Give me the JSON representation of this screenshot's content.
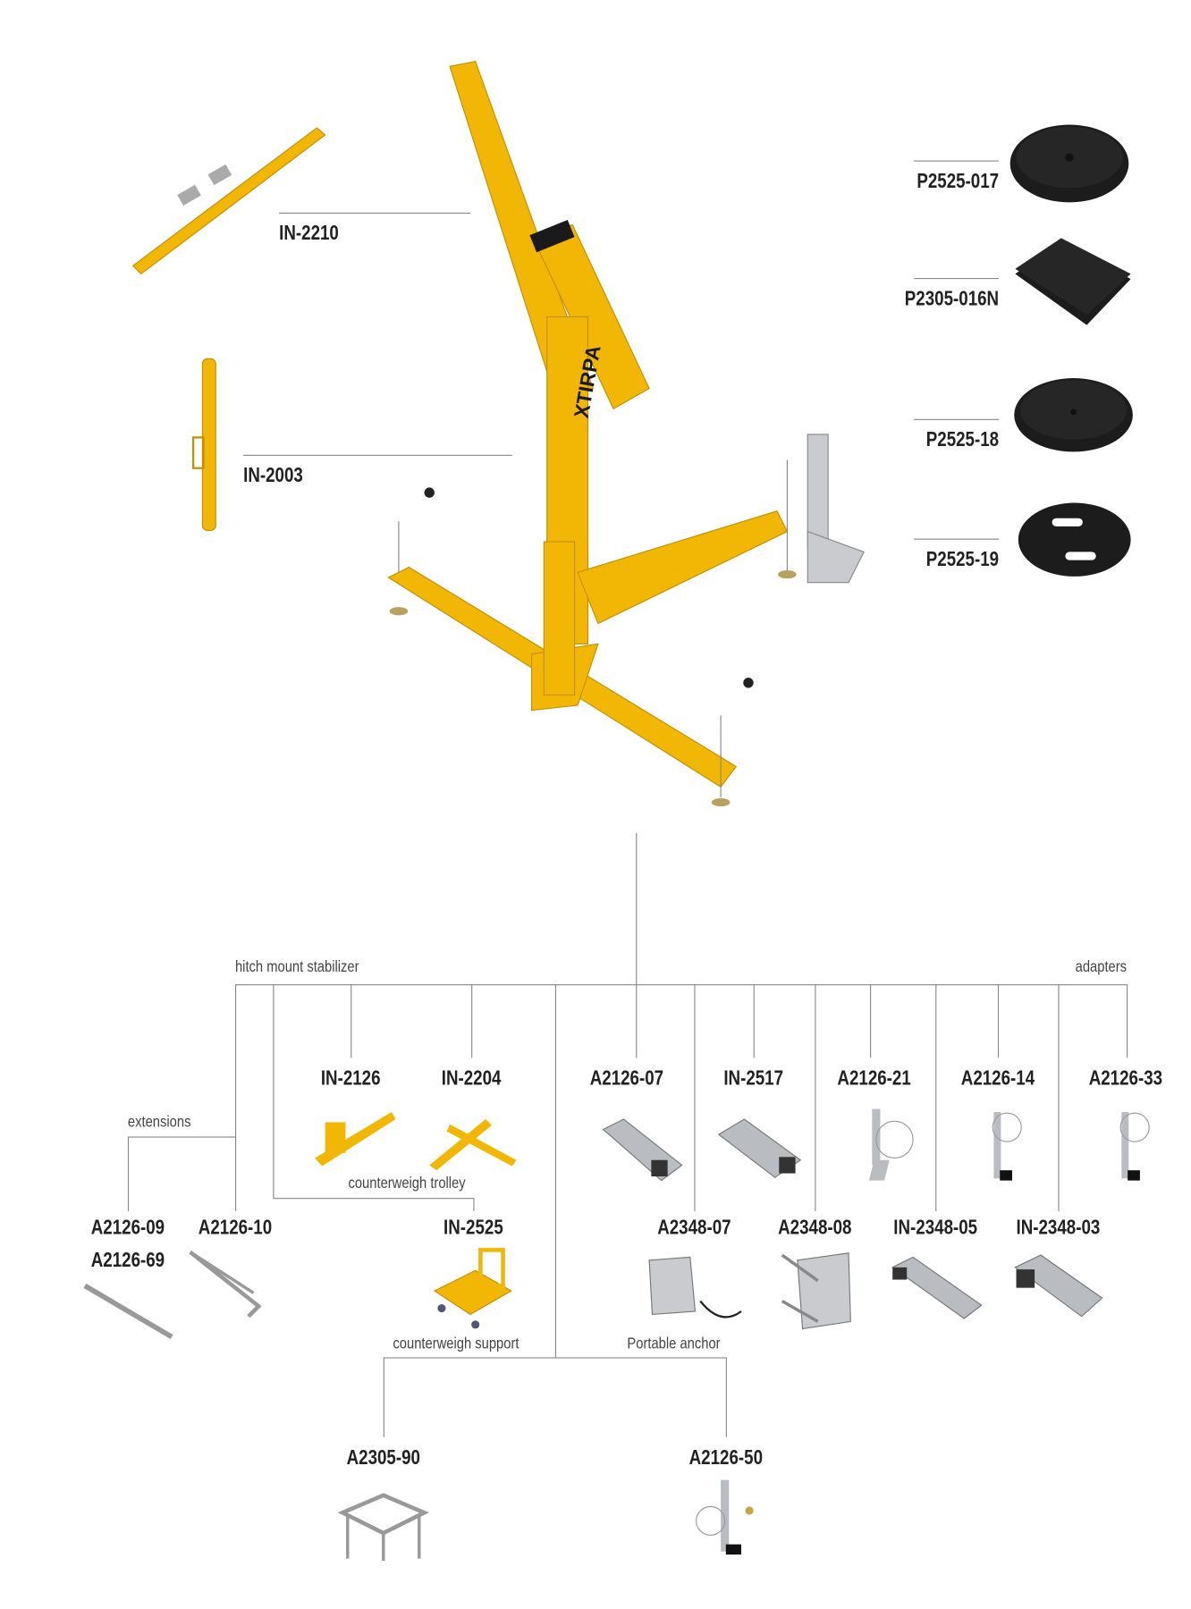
{
  "colors": {
    "yellow": "#f2b705",
    "steel": "#b9bcc0",
    "black": "#1a1a1a",
    "line": "#8a8a8a"
  },
  "top_parts": {
    "boom": "IN-2210",
    "mast": "IN-2003"
  },
  "weights": [
    "P2525-017",
    "P2305-016N",
    "P2525-18",
    "P2525-19"
  ],
  "groups": {
    "hitch": "hitch mount stabilizer",
    "adapters": "adapters",
    "extensions": "extensions",
    "trolley": "counterweigh trolley",
    "support": "counterweigh support",
    "anchor": "Portable anchor"
  },
  "row1": [
    "IN-2126",
    "IN-2204",
    "A2126-07",
    "IN-2517",
    "A2126-21",
    "A2126-14",
    "A2126-33"
  ],
  "row2": [
    "A2126-09",
    "A2126-10",
    "IN-2525",
    "A2348-07",
    "A2348-08",
    "IN-2348-05",
    "IN-2348-03"
  ],
  "extra": "A2126-69",
  "row3": [
    "A2305-90",
    "A2126-50"
  ]
}
